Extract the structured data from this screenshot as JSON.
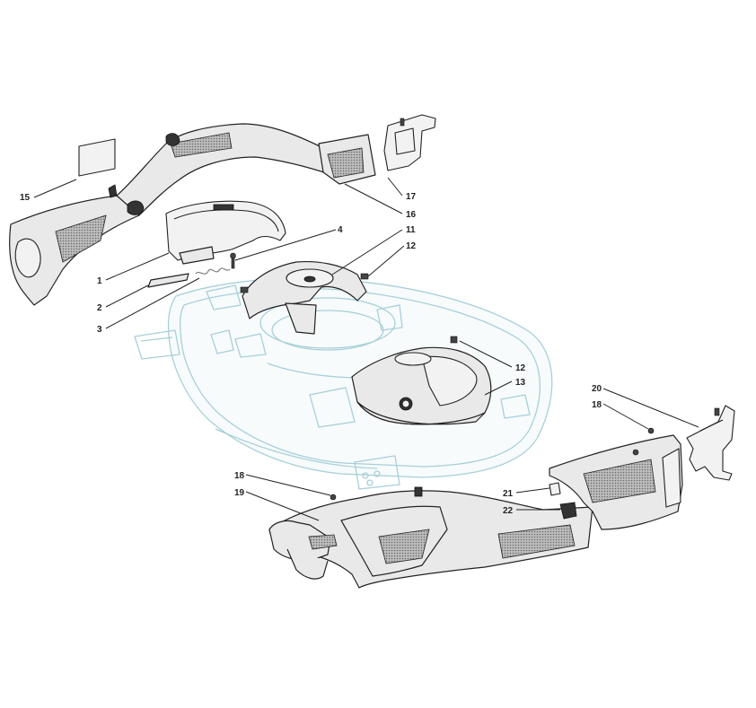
{
  "colors": {
    "deck_outline": "#a8cfd8",
    "part_outline": "#222222",
    "part_fill": "#e9e9e9",
    "background": "#ffffff"
  },
  "callouts": [
    "15",
    "1",
    "2",
    "3",
    "4",
    "11",
    "12",
    "16",
    "17",
    "12",
    "13",
    "20",
    "18",
    "18",
    "19",
    "21",
    "22"
  ]
}
